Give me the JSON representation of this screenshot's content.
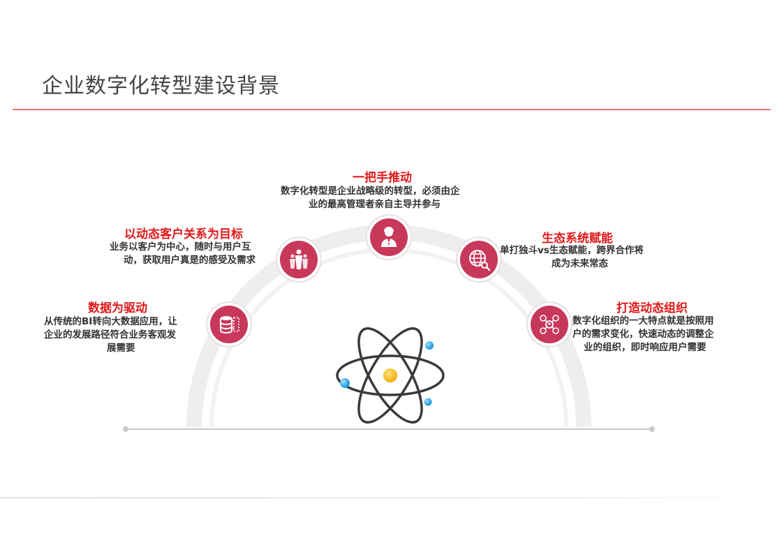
{
  "page": {
    "title": "企业数字化转型建设背景"
  },
  "colors": {
    "accent": "#e01919",
    "node_fill": "#c8385a",
    "rule": "#e87878",
    "nucleus": "#f2b400",
    "electron": "#1fa0e0"
  },
  "items": [
    {
      "title": "数据为驱动",
      "lines": [
        "从传统的BI转向大数据应用，让",
        "企业的发展路径符合业务客观发",
        "展需要"
      ],
      "icon": "database-icon"
    },
    {
      "title": "以动态客户关系为目标",
      "lines": [
        "业务以客户为中心，随时与用户互",
        "动，获取用户真是的感受及需求"
      ],
      "icon": "customers-icon"
    },
    {
      "title": "一把手推动",
      "lines": [
        "数字化转型是企业战略级的转型，必须由企",
        "业的最高管理者亲自主导并参与"
      ],
      "icon": "executive-icon"
    },
    {
      "title": "生态系统赋能",
      "lines": [
        "单打独斗vs生态赋能，跨界合作将",
        "成为未来常态"
      ],
      "icon": "globe-search-icon"
    },
    {
      "title": "打造动态组织",
      "lines": [
        "数字化组织的一大特点就是按照用",
        "户的需求变化，快速动态的调整企",
        "业的组织，即时响应用户需要"
      ],
      "icon": "organization-icon"
    }
  ]
}
